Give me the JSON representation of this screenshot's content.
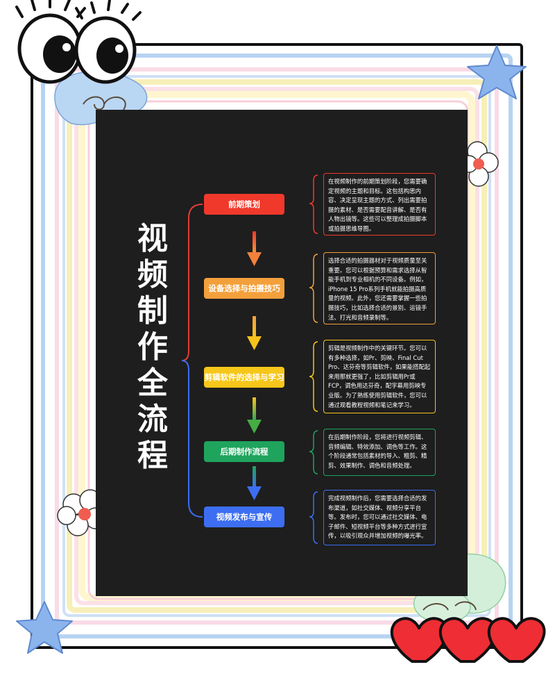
{
  "title": "视频制作全流程",
  "steps": [
    {
      "label": "前期策划",
      "color": "#f0392b",
      "desc": "在视频制作的前期策划阶段，您需要确定视频的主题和目标。这包括构思内容、决定呈现主题的方式、列出需要拍摄的素材、是否需要配音讲解、是否有人物出镜等。这些可以整理成拍摄脚本或拍摄思维导图。"
    },
    {
      "label": "设备选择与拍摄技巧",
      "color": "#f3a03c",
      "desc": "选择合适的拍摄器材对于视频质量至关重要。您可以根据预算和需求选择从智能手机到专业相机的不同设备。例如，iPhone 15 Pro系列手机就能拍摄高质量的视频。此外，您还需要掌握一些拍摄技巧，比如选择合适的景别、运镜手法、打光和音频录制等。"
    },
    {
      "label": "剪辑软件的选择与学习",
      "color": "#f6c61a",
      "desc": "剪辑是视频制作中的关键环节。您可以有多种选择，如Pr、剪映、Final Cut Pro、达芬奇等剪辑软件，如果能搭配起来用那就更强了，比如剪辑用Pr或FCP，调色用达芬奇，配字幕用剪映专业版。为了熟练使用剪辑软件，您可以通过观看教程视频和笔记来学习。"
    },
    {
      "label": "后期制作流程",
      "color": "#1fa45e",
      "desc": "在后期制作阶段，您将进行视频剪辑、音频编辑、特效添加、调色等工作。这个阶段通常包括素材的导入、粗剪、精剪、效果制作、调色和音频处理。"
    },
    {
      "label": "视频发布与宣传",
      "color": "#3d6ef2",
      "desc": "完成视频制作后，您需要选择合适的发布渠道，如社交媒体、视频分享平台等。发布时，您可以通过社交媒体、电子邮件、短视频平台等多种方式进行宣传，以吸引观众并增加视频的曝光率。"
    }
  ]
}
